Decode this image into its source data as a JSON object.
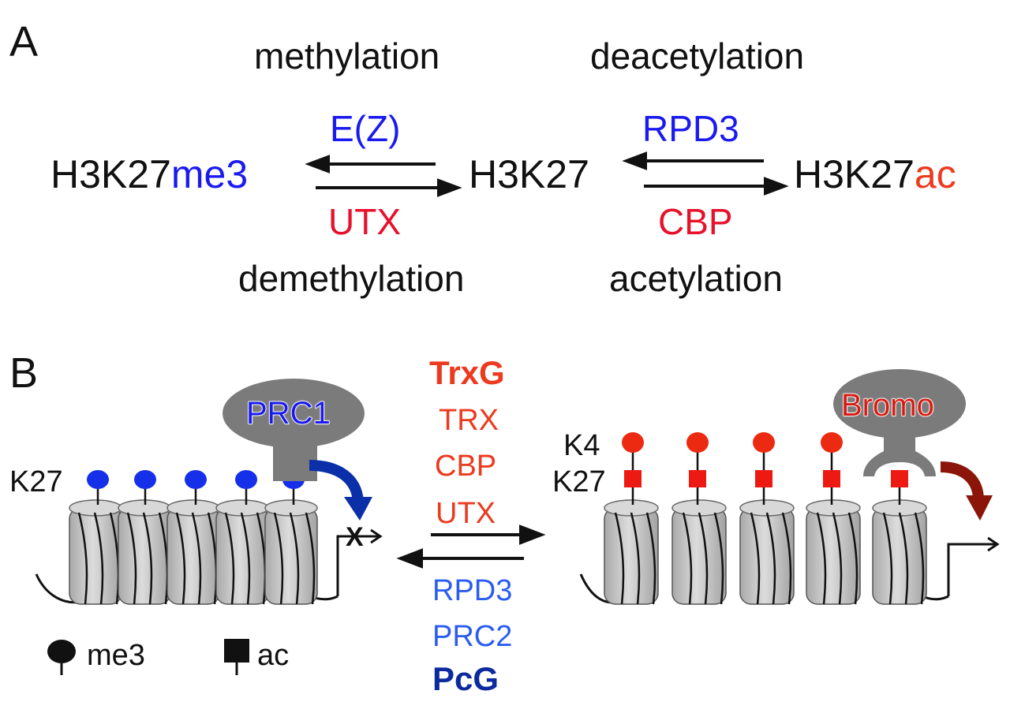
{
  "colors": {
    "blue": "#1a1af0",
    "red": "#e8102a",
    "orange": "#ec3a1f",
    "light_blue": "#2b5cf0",
    "dark_blue": "#0b2a9e",
    "black": "#111111",
    "grey": "#7b7b7b",
    "nucleosome": "#c8c8c8",
    "arrow_blue": "#0a2fa8",
    "arrow_darkred": "#8a1508"
  },
  "panel_a": {
    "label": "A",
    "methylation": "methylation",
    "deacetylation": "deacetylation",
    "ez": "E(Z)",
    "rpd3": "RPD3",
    "h3k27_me3_prefix": "H3K27",
    "h3k27_me3_suffix": "me3",
    "h3k27_center": "H3K27",
    "h3k27_ac_prefix": "H3K27",
    "h3k27_ac_suffix": "ac",
    "utx": "UTX",
    "cbp": "CBP",
    "demethylation": "demethylation",
    "acetylation": "acetylation"
  },
  "panel_b": {
    "label": "B",
    "center": {
      "trxg": "TrxG",
      "trx": "TRX",
      "cbp": "CBP",
      "utx": "UTX",
      "rpd3": "RPD3",
      "prc2": "PRC2",
      "pcg": "PcG"
    },
    "left": {
      "prc1": "PRC1",
      "k27": "K27",
      "blocked_mark": "X"
    },
    "right": {
      "bromo": "Bromo",
      "k4": "K4",
      "k27": "K27"
    },
    "legend": {
      "me3": "me3",
      "ac": "ac"
    }
  }
}
